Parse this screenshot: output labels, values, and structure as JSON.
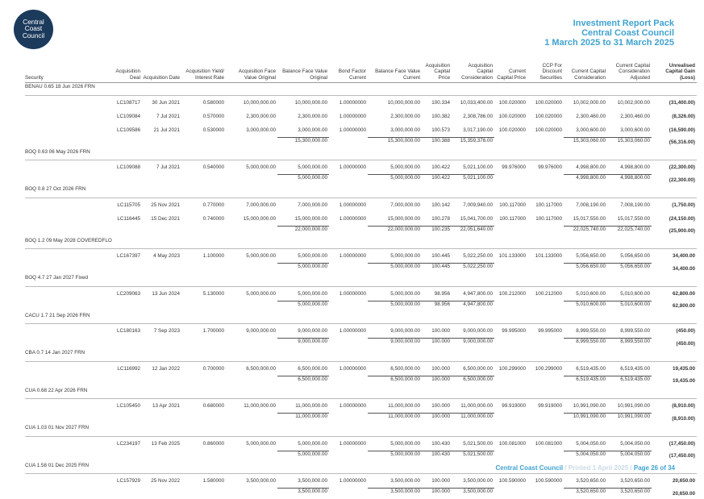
{
  "logo": {
    "line1": "Central",
    "line2": "Coast",
    "line3": "Council"
  },
  "header": {
    "line1": "Investment Report Pack",
    "line2": "Central Coast Council",
    "line3": "1 March 2025 to 31 March 2025"
  },
  "columns": [
    {
      "key": "security",
      "label": "Security"
    },
    {
      "key": "deal",
      "label": "Acquisition Deal"
    },
    {
      "key": "date",
      "label": "Acquisition Date"
    },
    {
      "key": "yield",
      "label": "Acquisition Yield/ Interest Rate"
    },
    {
      "key": "fv_orig",
      "label": "Acquisition Face Value Original"
    },
    {
      "key": "bal_orig",
      "label": "Balance Face Value Original"
    },
    {
      "key": "factor",
      "label": "Bond Factor Current"
    },
    {
      "key": "bal_cur",
      "label": "Balance Face Value Current"
    },
    {
      "key": "acq_price",
      "label": "Acquisition Capital Price"
    },
    {
      "key": "acq_cons",
      "label": "Acquisition Capital Consideration"
    },
    {
      "key": "cur_price",
      "label": "Current Capital Price"
    },
    {
      "key": "ccp",
      "label": "CCP For Discount Securities"
    },
    {
      "key": "cur_cons",
      "label": "Current Capital Consideration"
    },
    {
      "key": "cur_adj",
      "label": "Current Capital Consideration Adjusted"
    },
    {
      "key": "gain",
      "label": "Unrealised Capital Gain (Loss)"
    }
  ],
  "groups": [
    {
      "name": "BENAU 0.65 18 Jun 2026 FRN",
      "rows": [
        [
          "LC108717",
          "30 Jun 2021",
          "0.580000",
          "10,000,000.00",
          "10,000,000.00",
          "1.00000000",
          "10,000,000.00",
          "100.334",
          "10,033,400.00",
          "100.020000",
          "100.020000",
          "10,002,000.00",
          "10,002,000.00",
          "(31,400.00)"
        ],
        [
          "LC109084",
          "7 Jul 2021",
          "0.570000",
          "2,300,000.00",
          "2,300,000.00",
          "1.00000000",
          "2,300,000.00",
          "100.382",
          "2,308,786.00",
          "100.020000",
          "100.020000",
          "2,300,460.00",
          "2,300,460.00",
          "(8,326.00)"
        ],
        [
          "LC109586",
          "21 Jul 2021",
          "0.530000",
          "3,000,000.00",
          "3,000,000.00",
          "1.00000000",
          "3,000,000.00",
          "100.573",
          "3,017,190.00",
          "100.020000",
          "100.020000",
          "3,000,600.00",
          "3,000,600.00",
          "(16,590.00)"
        ]
      ],
      "total": {
        "bal_orig": "15,300,000.00",
        "bal_cur": "15,300,000.00",
        "acq_price": "100.388",
        "acq_cons": "15,359,376.00",
        "cur_cons": "15,303,060.00",
        "cur_adj": "15,303,060.00",
        "gain": "(56,316.00)"
      }
    },
    {
      "name": "BOQ 0.63 06 May 2026 FRN",
      "rows": [
        [
          "LC109088",
          "7 Jul 2021",
          "0.540000",
          "5,000,000.00",
          "5,000,000.00",
          "1.00000000",
          "5,000,000.00",
          "100.422",
          "5,021,100.00",
          "99.976000",
          "99.976000",
          "4,998,800.00",
          "4,998,800.00",
          "(22,300.00)"
        ]
      ],
      "total": {
        "bal_orig": "5,000,000.00",
        "bal_cur": "5,000,000.00",
        "acq_price": "100.422",
        "acq_cons": "5,021,100.00",
        "cur_cons": "4,998,800.00",
        "cur_adj": "4,998,800.00",
        "gain": "(22,300.00)"
      }
    },
    {
      "name": "BOQ 0.8 27 Oct 2026 FRN",
      "rows": [
        [
          "LC115705",
          "25 Nov 2021",
          "0.770000",
          "7,000,000.00",
          "7,000,000.00",
          "1.00000000",
          "7,000,000.00",
          "100.142",
          "7,009,940.00",
          "100.117000",
          "100.117000",
          "7,008,190.00",
          "7,008,190.00",
          "(1,750.00)"
        ],
        [
          "LC116445",
          "15 Dec 2021",
          "0.740000",
          "15,000,000.00",
          "15,000,000.00",
          "1.00000000",
          "15,000,000.00",
          "100.278",
          "15,041,700.00",
          "100.117000",
          "100.117000",
          "15,017,550.00",
          "15,017,550.00",
          "(24,150.00)"
        ]
      ],
      "total": {
        "bal_orig": "22,000,000.00",
        "bal_cur": "22,000,000.00",
        "acq_price": "100.235",
        "acq_cons": "22,051,640.00",
        "cur_cons": "22,025,740.00",
        "cur_adj": "22,025,740.00",
        "gain": "(25,900.00)"
      }
    },
    {
      "name": "BOQ 1.2 09 May 2028 COVEREDFLO",
      "rows": [
        [
          "LC167397",
          "4 May 2023",
          "1.100000",
          "5,000,000.00",
          "5,000,000.00",
          "1.00000000",
          "5,000,000.00",
          "100.445",
          "5,022,250.00",
          "101.133000",
          "101.133000",
          "5,056,650.00",
          "5,056,650.00",
          "34,400.00"
        ]
      ],
      "total": {
        "bal_orig": "5,000,000.00",
        "bal_cur": "5,000,000.00",
        "acq_price": "100.445",
        "acq_cons": "5,022,250.00",
        "cur_cons": "5,056,650.00",
        "cur_adj": "5,056,650.00",
        "gain": "34,400.00"
      }
    },
    {
      "name": "BOQ 4.7 27 Jan 2027 Fixed",
      "rows": [
        [
          "LC209063",
          "13 Jun 2024",
          "5.130000",
          "5,000,000.00",
          "5,000,000.00",
          "1.00000000",
          "5,000,000.00",
          "98.956",
          "4,947,800.00",
          "100.212000",
          "100.212000",
          "5,010,600.00",
          "5,010,600.00",
          "62,800.00"
        ]
      ],
      "total": {
        "bal_orig": "5,000,000.00",
        "bal_cur": "5,000,000.00",
        "acq_price": "98.956",
        "acq_cons": "4,947,800.00",
        "cur_cons": "5,010,600.00",
        "cur_adj": "5,010,600.00",
        "gain": "62,800.00"
      }
    },
    {
      "name": "CACU 1.7 21 Sep 2026 FRN",
      "rows": [
        [
          "LC180163",
          "7 Sep 2023",
          "1.700000",
          "9,000,000.00",
          "9,000,000.00",
          "1.00000000",
          "9,000,000.00",
          "100.000",
          "9,000,000.00",
          "99.995000",
          "99.995000",
          "8,999,550.00",
          "8,999,550.00",
          "(450.00)"
        ]
      ],
      "total": {
        "bal_orig": "9,000,000.00",
        "bal_cur": "9,000,000.00",
        "acq_price": "100.000",
        "acq_cons": "9,000,000.00",
        "cur_cons": "8,999,550.00",
        "cur_adj": "8,999,550.00",
        "gain": "(450.00)"
      }
    },
    {
      "name": "CBA 0.7 14 Jan 2027 FRN",
      "rows": [
        [
          "LC116992",
          "12 Jan 2022",
          "0.700000",
          "6,500,000.00",
          "6,500,000.00",
          "1.00000000",
          "6,500,000.00",
          "100.000",
          "6,500,000.00",
          "100.299000",
          "100.299000",
          "6,519,435.00",
          "6,519,435.00",
          "19,435.00"
        ]
      ],
      "total": {
        "bal_orig": "6,500,000.00",
        "bal_cur": "6,500,000.00",
        "acq_price": "100.000",
        "acq_cons": "6,500,000.00",
        "cur_cons": "6,519,435.00",
        "cur_adj": "6,519,435.00",
        "gain": "19,435.00"
      }
    },
    {
      "name": "CUA 0.68 22 Apr 2026 FRN",
      "rows": [
        [
          "LC105450",
          "13 Apr 2021",
          "0.680000",
          "11,000,000.00",
          "11,000,000.00",
          "1.00000000",
          "11,000,000.00",
          "100.000",
          "11,000,000.00",
          "99.919000",
          "99.919000",
          "10,991,090.00",
          "10,991,090.00",
          "(8,910.00)"
        ]
      ],
      "total": {
        "bal_orig": "11,000,000.00",
        "bal_cur": "11,000,000.00",
        "acq_price": "100.000",
        "acq_cons": "11,000,000.00",
        "cur_cons": "10,991,090.00",
        "cur_adj": "10,991,090.00",
        "gain": "(8,910.00)"
      }
    },
    {
      "name": "CUA 1.03 01 Nov 2027 FRN",
      "rows": [
        [
          "LC234197",
          "13 Feb 2025",
          "0.860000",
          "5,000,000.00",
          "5,000,000.00",
          "1.00000000",
          "5,000,000.00",
          "100.430",
          "5,021,500.00",
          "100.081000",
          "100.081000",
          "5,004,050.00",
          "5,004,050.00",
          "(17,450.00)"
        ]
      ],
      "total": {
        "bal_orig": "5,000,000.00",
        "bal_cur": "5,000,000.00",
        "acq_price": "100.430",
        "acq_cons": "5,021,500.00",
        "cur_cons": "5,004,050.00",
        "cur_adj": "5,004,050.00",
        "gain": "(17,450.00)"
      }
    },
    {
      "name": "CUA 1.58 01 Dec 2025 FRN",
      "rows": [
        [
          "LC157929",
          "25 Nov 2022",
          "1.580000",
          "3,500,000.00",
          "3,500,000.00",
          "1.00000000",
          "3,500,000.00",
          "100.000",
          "3,500,000.00",
          "100.590000",
          "100.590000",
          "3,520,650.00",
          "3,520,650.00",
          "20,650.00"
        ]
      ],
      "total": {
        "bal_orig": "3,500,000.00",
        "bal_cur": "3,500,000.00",
        "acq_price": "100.000",
        "acq_cons": "3,500,000.00",
        "cur_cons": "3,520,650.00",
        "cur_adj": "3,520,650.00",
        "gain": "20,650.00"
      }
    }
  ],
  "footer": {
    "org": "Central Coast Council",
    "sep1": " / ",
    "printed": "Printed 1 April 2025",
    "sep2": " / ",
    "page": "Page 26 of 34"
  }
}
